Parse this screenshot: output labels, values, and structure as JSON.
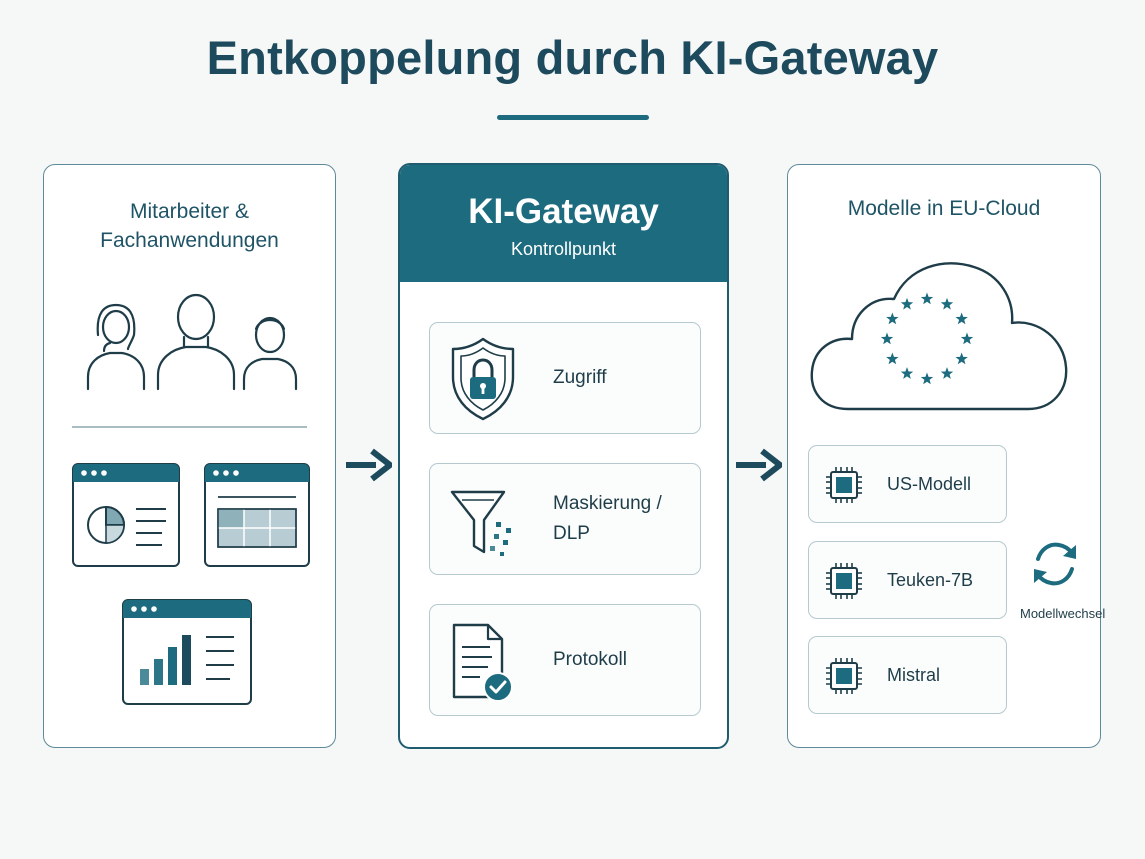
{
  "title": "Entkoppelung durch KI-Gateway",
  "left_panel": {
    "heading_line1": "Mitarbeiter &",
    "heading_line2": "Fachanwendungen",
    "icons": [
      "user-group-icon",
      "pie-chart-window-icon",
      "table-window-icon",
      "bar-chart-window-icon"
    ]
  },
  "gateway": {
    "title": "KI-Gateway",
    "subtitle": "Kontrollpunkt",
    "features": [
      {
        "label": "Zugriff",
        "icon": "shield-lock-icon"
      },
      {
        "label_line1": "Maskierung /",
        "label_line2": "DLP",
        "icon": "filter-funnel-icon"
      },
      {
        "label": "Protokoll",
        "icon": "document-check-icon"
      }
    ]
  },
  "right_panel": {
    "heading": "Modelle in EU-Cloud",
    "cloud_icon": "eu-cloud-icon",
    "models": [
      {
        "label": "US-Modell",
        "icon": "chip-icon"
      },
      {
        "label": "Teuken-7B",
        "icon": "chip-icon"
      },
      {
        "label": "Mistral",
        "icon": "chip-icon"
      }
    ],
    "swap_label": "Modellwechsel",
    "swap_icon": "refresh-cycle-icon"
  },
  "colors": {
    "accent": "#1c6b7f",
    "title": "#1d4a5c",
    "border": "#5d8a98"
  }
}
